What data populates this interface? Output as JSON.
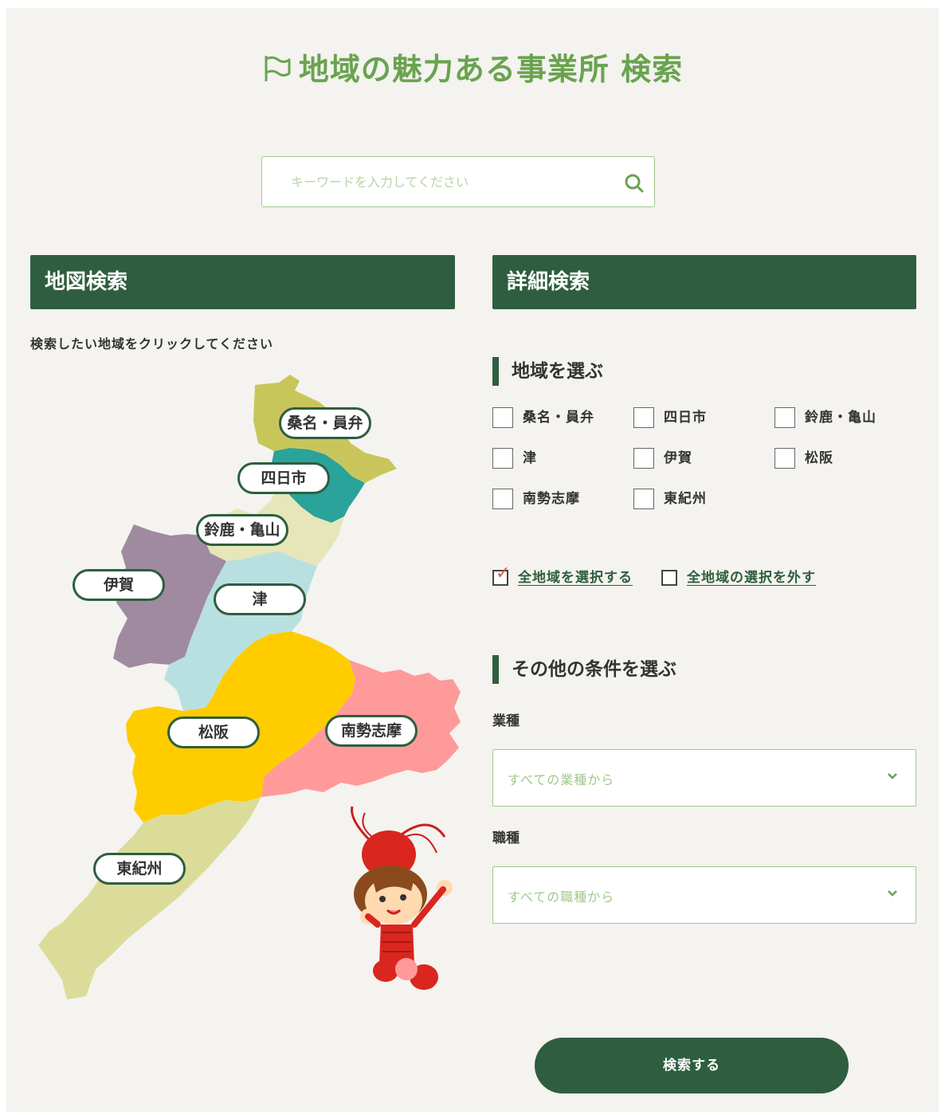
{
  "page": {
    "title": "地域の魅力ある事業所 検索"
  },
  "search": {
    "placeholder": "キーワードを入力してください",
    "value": ""
  },
  "map_section": {
    "heading": "地図検索",
    "instruction": "検索したい地域をクリックしてください",
    "regions": [
      {
        "label": "桑名・員弁",
        "color": "#c8c65a"
      },
      {
        "label": "四日市",
        "color": "#2aa39b"
      },
      {
        "label": "鈴鹿・亀山",
        "color": "#e6e6b8"
      },
      {
        "label": "伊賀",
        "color": "#a08aa0"
      },
      {
        "label": "津",
        "color": "#b8e0e0"
      },
      {
        "label": "松阪",
        "color": "#ffcc00"
      },
      {
        "label": "南勢志摩",
        "color": "#ff9a9a"
      },
      {
        "label": "東紀州",
        "color": "#dcdc9a"
      }
    ]
  },
  "detail_section": {
    "heading": "詳細検索",
    "area": {
      "heading": "地域を選ぶ",
      "options": [
        "桑名・員弁",
        "四日市",
        "鈴鹿・亀山",
        "津",
        "伊賀",
        "松阪",
        "南勢志摩",
        "東紀州"
      ],
      "select_all": "全地域を選択する",
      "deselect_all": "全地域の選択を外す"
    },
    "other": {
      "heading": "その他の条件を選ぶ",
      "industry_label": "業種",
      "industry_value": "すべての業種から",
      "job_label": "職種",
      "job_value": "すべての職種から"
    }
  },
  "submit_label": "検索する",
  "colors": {
    "brand": "#2e5e3f",
    "accent": "#6aa350",
    "check": "#e05a4a"
  }
}
